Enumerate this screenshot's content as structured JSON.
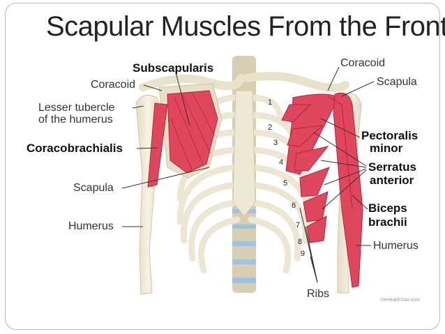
{
  "title": "Scapular Muscles From the Front",
  "labels": {
    "subscapularis": "Subscapularis",
    "coracoid_left": "Coracoid",
    "lesser_tubercle_1": "Lesser tubercle",
    "lesser_tubercle_2": "of the humerus",
    "coracobrachialis": "Coracobrachialis",
    "scapula_left": "Scapula",
    "humerus_left": "Humerus",
    "coracoid_right": "Coracoid",
    "scapula_right": "Scapula",
    "pectoralis_1": "Pectoralis",
    "pectoralis_2": "minor",
    "serratus_1": "Serratus",
    "serratus_2": "anterior",
    "biceps_1": "Biceps",
    "biceps_2": "brachii",
    "humerus_right": "Humerus",
    "ribs": "Ribs"
  },
  "rib_numbers": [
    "1",
    "2",
    "3",
    "4",
    "5",
    "6",
    "7",
    "8",
    "9"
  ],
  "credit": "©eHealthStar.com",
  "colors": {
    "bone": "#f1ecd9",
    "bone_outline": "#c9c1a3",
    "muscle": "#e0475e",
    "muscle_dark": "#b5233c",
    "disc": "#9fc4e2"
  }
}
